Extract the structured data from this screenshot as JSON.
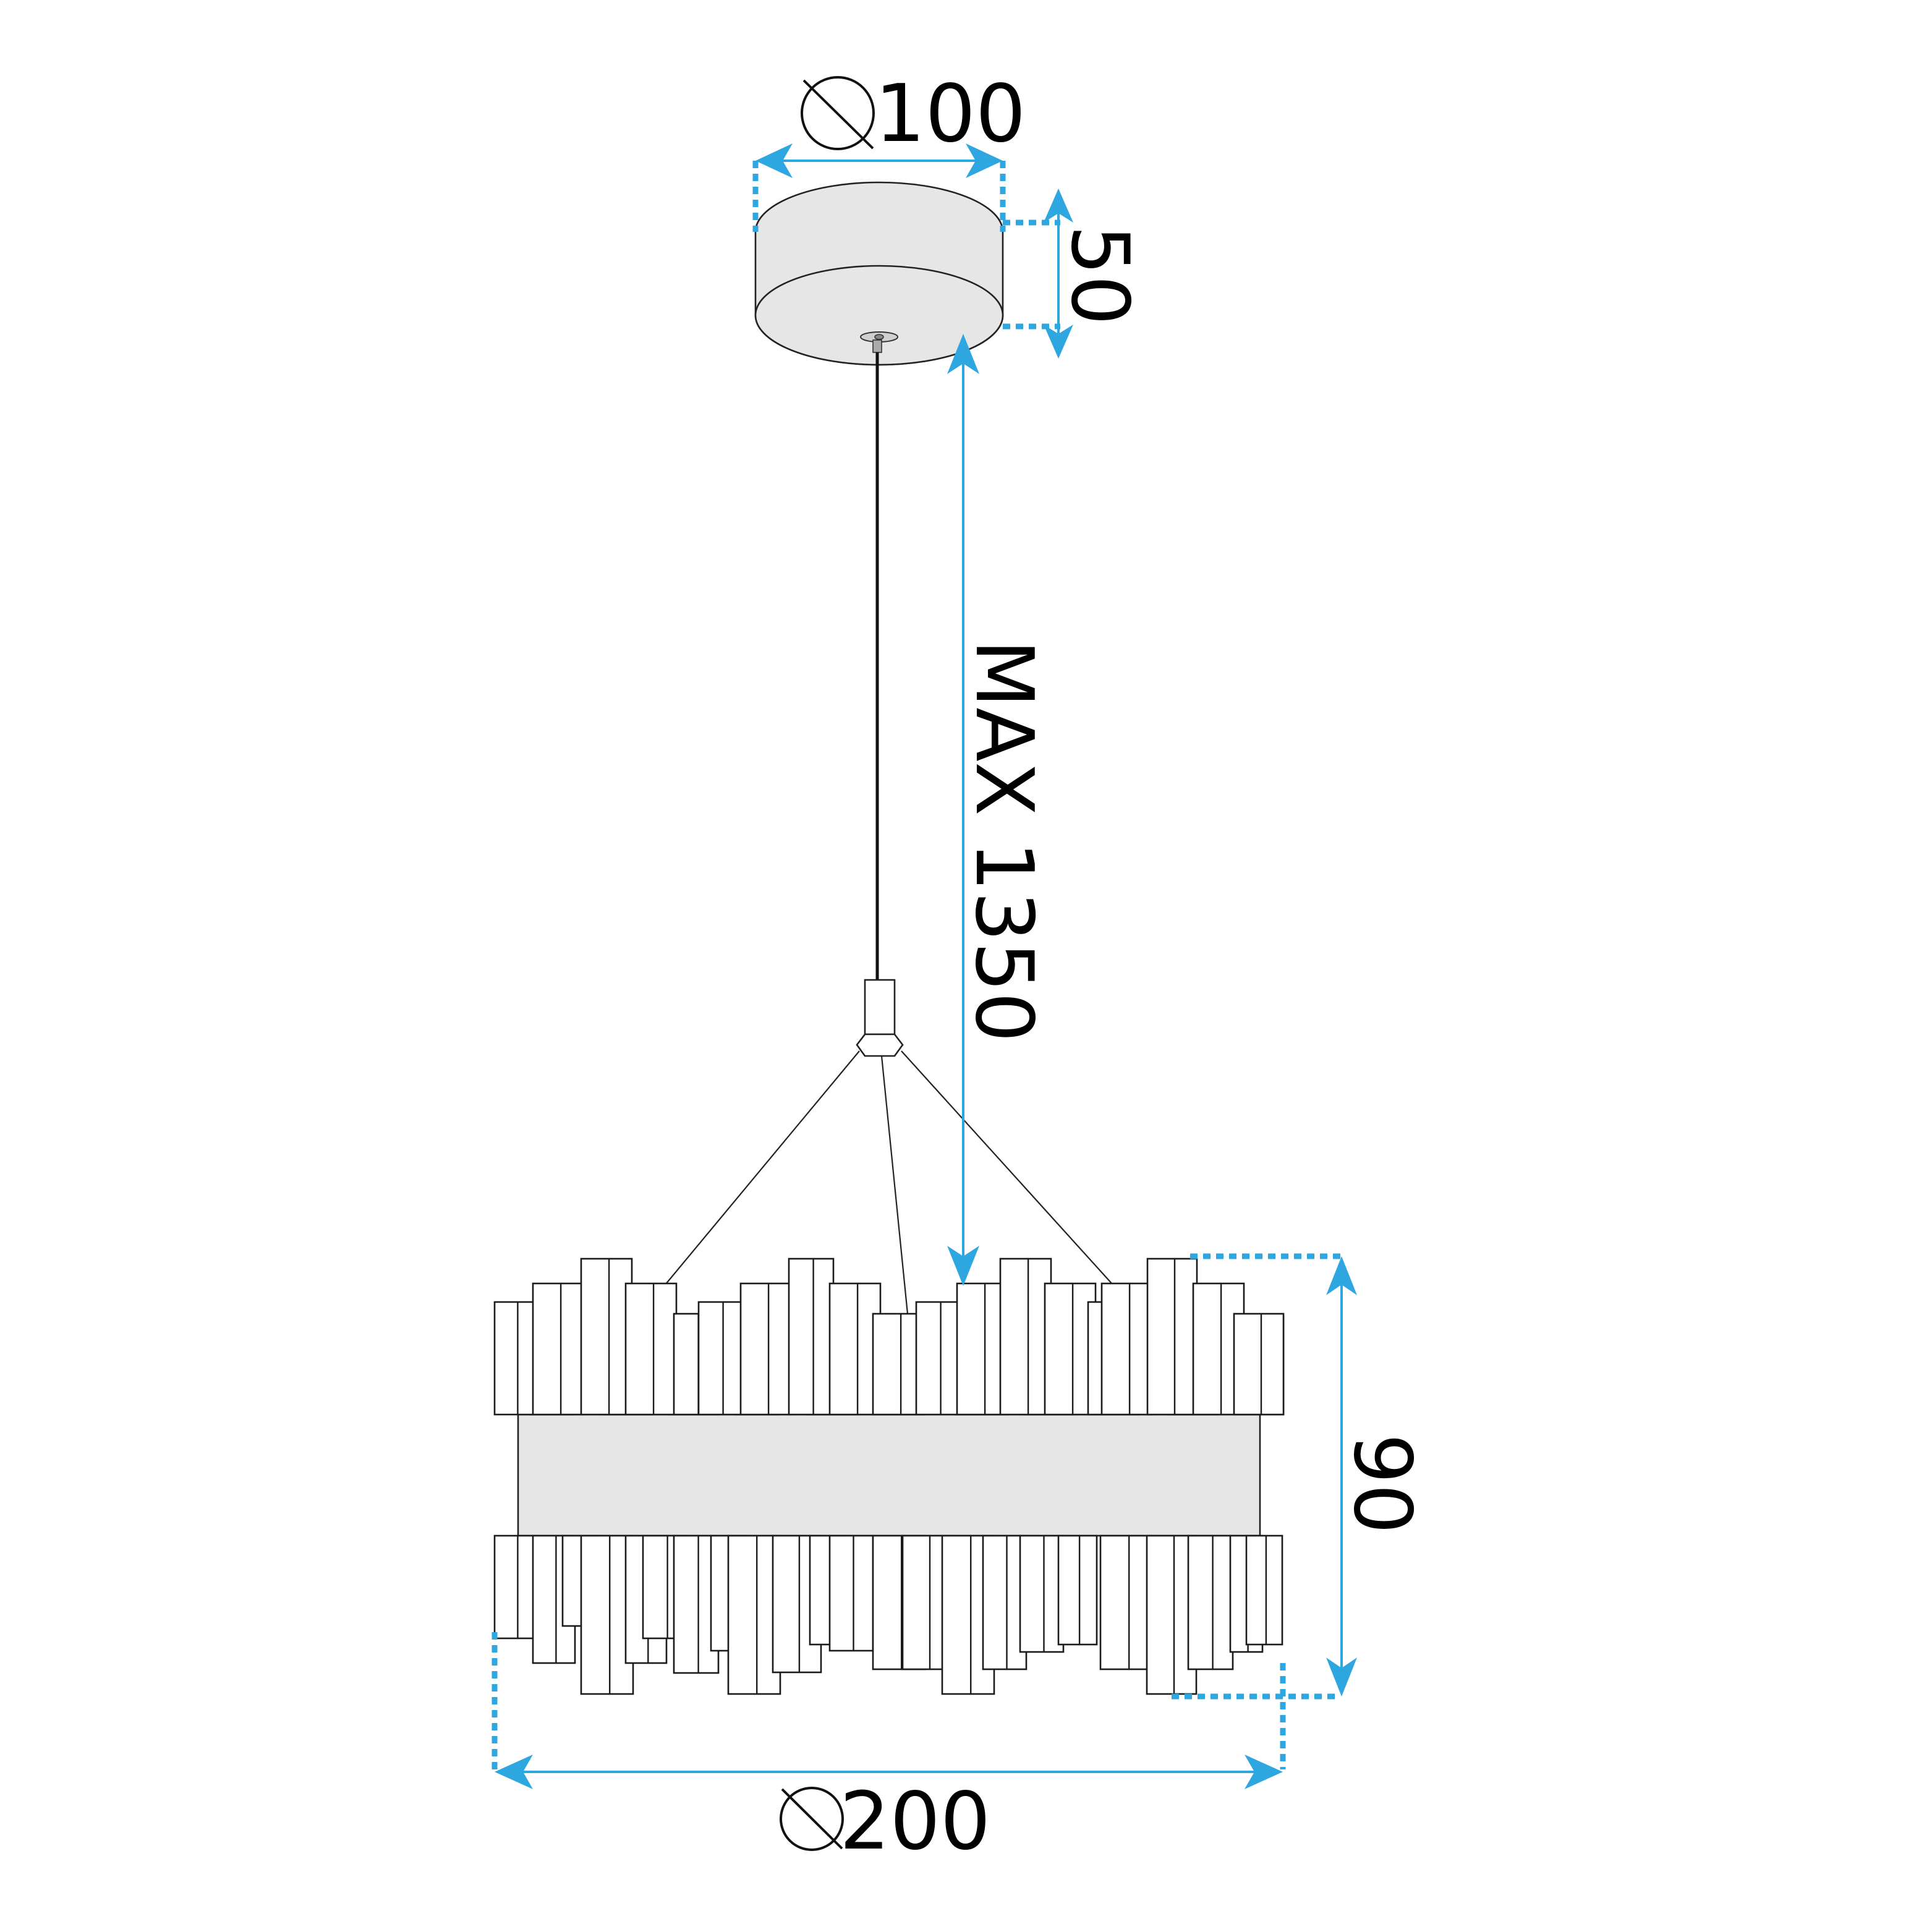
{
  "dimensions": {
    "canopy_diameter": "100",
    "canopy_height": "50",
    "cable_max": "MAX 1350",
    "shade_height": "90",
    "shade_diameter": "200"
  },
  "colors": {
    "dimension_line": "#2ea6df",
    "drawing_line": "#1a1a1a",
    "canopy_fill": "#e6e6e6",
    "band_fill": "#e6e6e6"
  },
  "icons": {
    "diameter_symbol": "diameter-icon"
  }
}
